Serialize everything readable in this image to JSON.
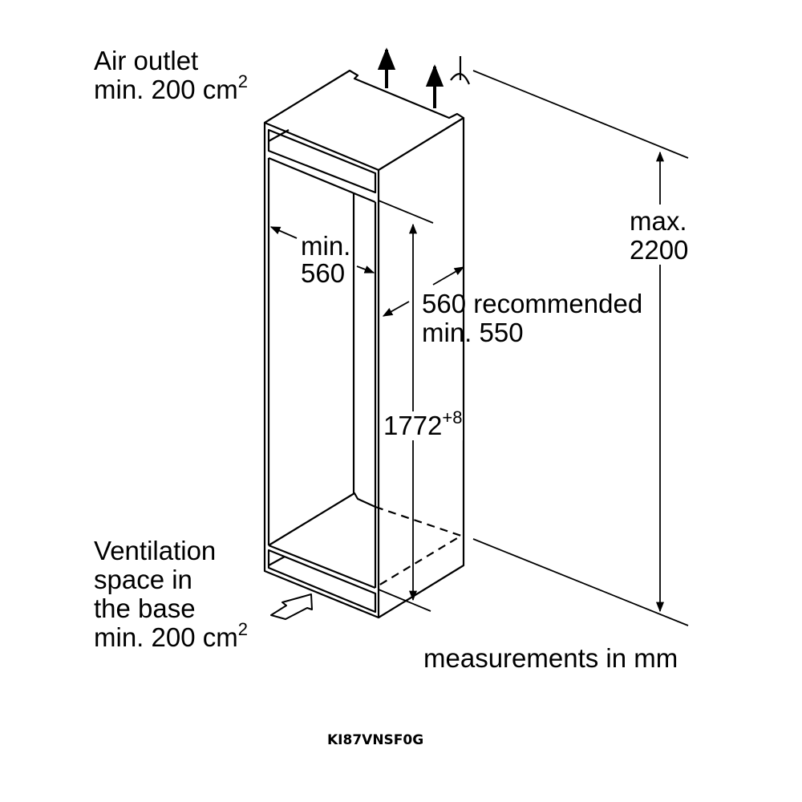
{
  "labels": {
    "air_outlet_line1": "Air outlet",
    "air_outlet_line2": "min. 200 cm",
    "air_outlet_sup": "2",
    "width_line1": "min.",
    "width_line2": "560",
    "depth_line1": "560 recommended",
    "depth_line2": "min. 550",
    "niche_height": "1772",
    "niche_height_tolerance": "+8",
    "max_height_line1": "max.",
    "max_height_line2": "2200",
    "ventilation_line1": "Ventilation",
    "ventilation_line2": "space in",
    "ventilation_line3": "the base",
    "ventilation_line4": "min. 200 cm",
    "ventilation_sup": "2",
    "units_note": "measurements in mm"
  },
  "model": "KI87VNSF0G"
}
